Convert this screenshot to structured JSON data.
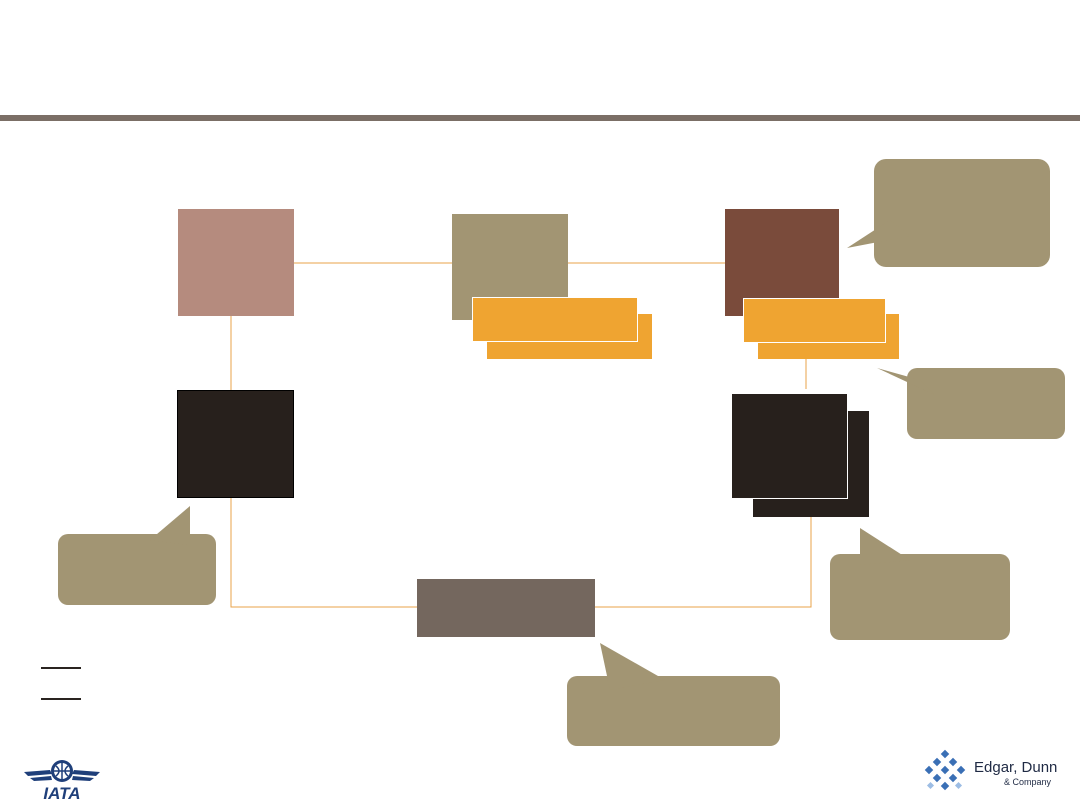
{
  "colors": {
    "header_rule": "#7b6f66",
    "connector": "#e8a34a",
    "rose_box": "#b58b7e",
    "khaki_box": "#a29573",
    "brown_box": "#7a4b3b",
    "dark_box": "#27201c",
    "gray_box": "#74675e",
    "orange_tag": "#efa431",
    "callout": "#a29573"
  },
  "logos": {
    "left": {
      "text": "IATA",
      "icon": "iata-globe-wings-icon"
    },
    "right": {
      "name": "Edgar, Dunn",
      "sub": "& Company",
      "icon": "edgar-dunn-diamond-icon"
    }
  }
}
